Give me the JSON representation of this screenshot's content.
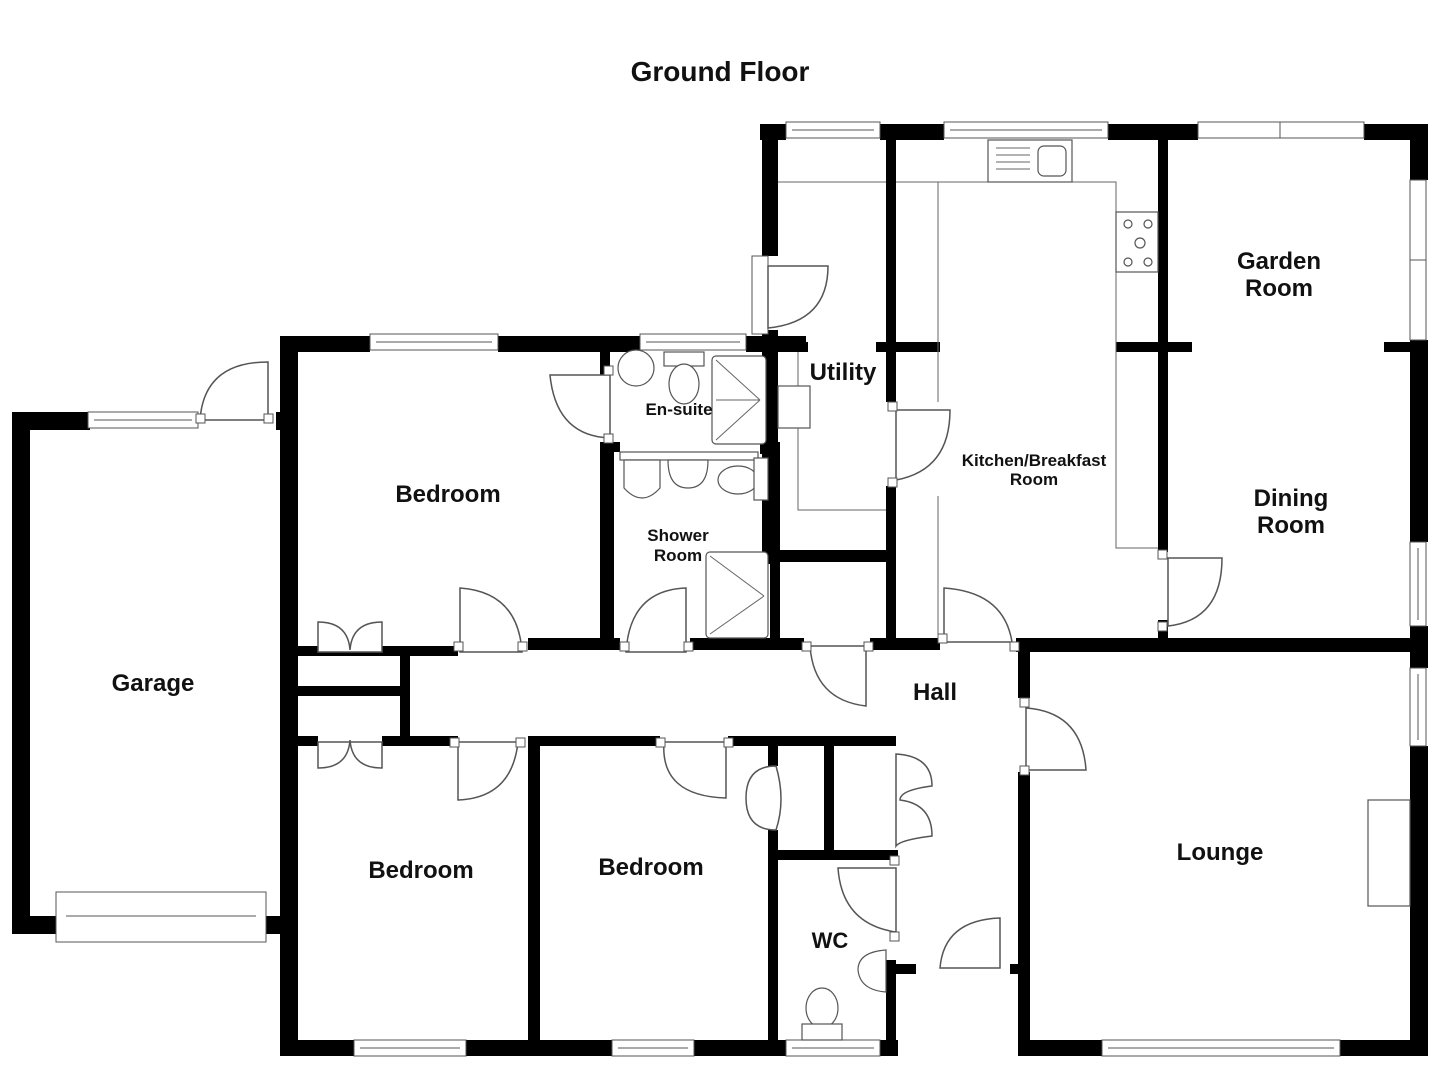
{
  "title": "Ground Floor",
  "rooms": {
    "garage": "Garage",
    "bedroom1": "Bedroom",
    "bedroom2": "Bedroom",
    "bedroom3": "Bedroom",
    "ensuite": "En-suite",
    "shower_line1": "Shower",
    "shower_line2": "Room",
    "utility": "Utility",
    "kitchen_line1": "Kitchen/Breakfast",
    "kitchen_line2": "Room",
    "garden_line1": "Garden",
    "garden_line2": "Room",
    "dining_line1": "Dining",
    "dining_line2": "Room",
    "hall": "Hall",
    "lounge": "Lounge",
    "wc": "WC"
  },
  "colors": {
    "wall": "#000000",
    "background": "#ffffff",
    "fixture_stroke": "#555555"
  }
}
